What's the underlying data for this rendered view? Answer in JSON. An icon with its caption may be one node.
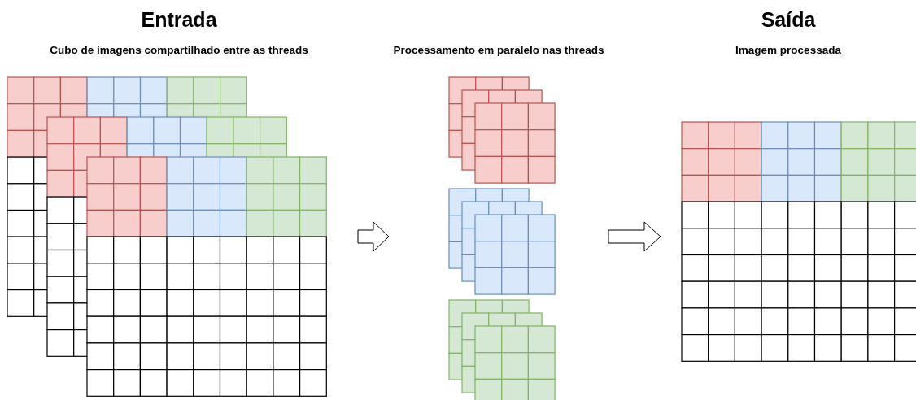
{
  "diagram": {
    "nodes": [
      {
        "text": [
          "Entrada",
          "Cubo de imagens compartilhado entre as threads"
        ]
      },
      {
        "text": [
          "Processamento em paralelo nas threads"
        ]
      },
      {
        "text": [
          "Saída",
          "Imagem processada"
        ]
      }
    ],
    "edges": [
      {
        "from": 0,
        "to": 1,
        "arrow": "to"
      },
      {
        "from": 1,
        "to": 2,
        "arrow": "to"
      }
    ]
  }
}
